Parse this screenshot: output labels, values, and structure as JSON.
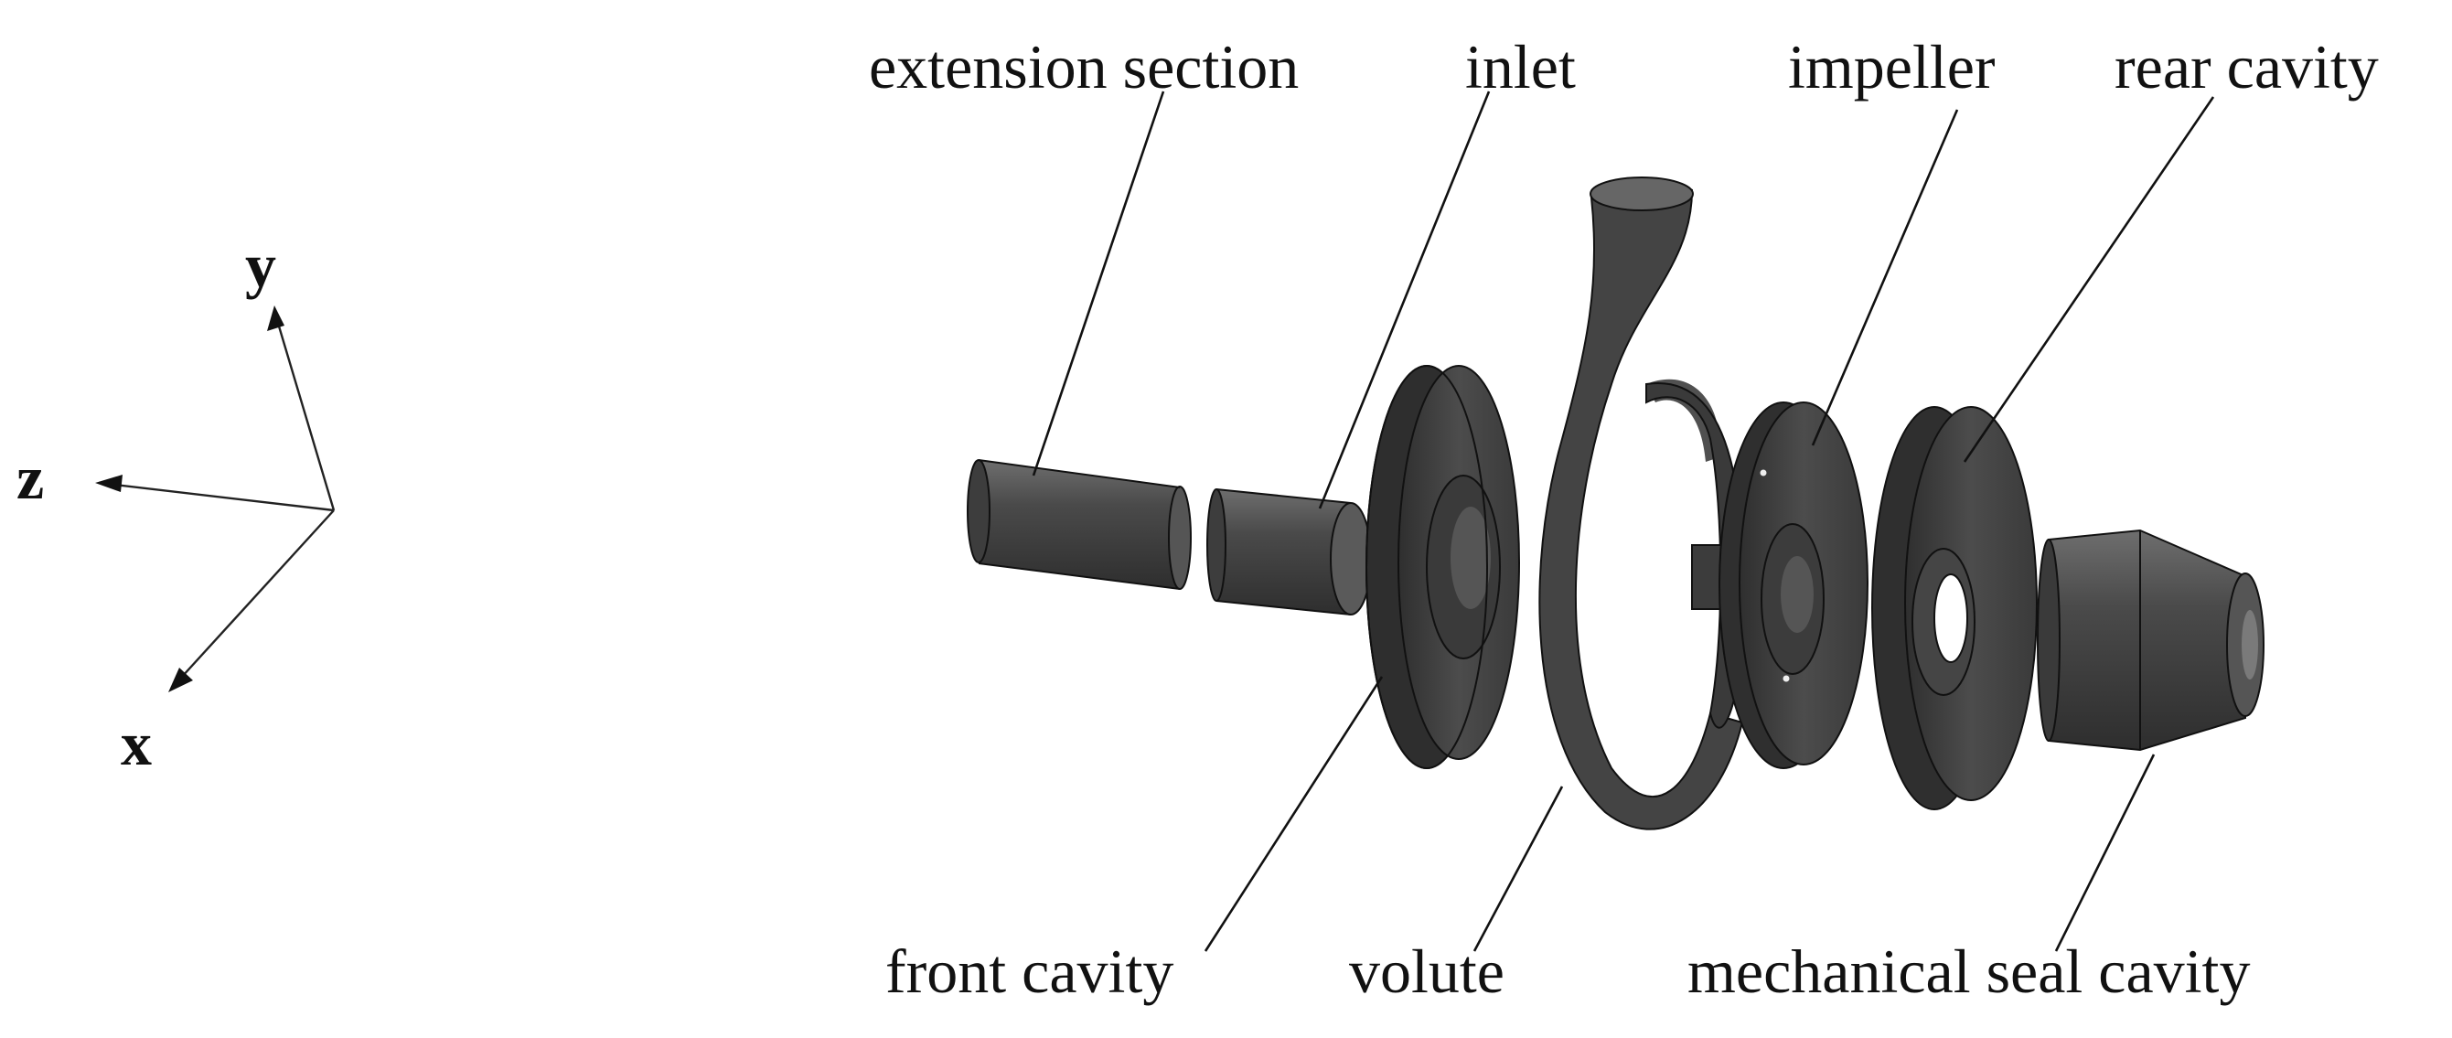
{
  "axes": {
    "x": "x",
    "y": "y",
    "z": "z"
  },
  "labels": {
    "extension_section": "extension section",
    "inlet": "inlet",
    "impeller": "impeller",
    "rear_cavity": "rear cavity",
    "front_cavity": "front cavity",
    "volute": "volute",
    "mechanical_seal_cavity": "mechanical seal cavity"
  },
  "colors": {
    "part_dark": "#3a3a3a",
    "part_mid": "#555555",
    "part_light": "#7a7a7a",
    "part_face": "#666666",
    "line": "#111111",
    "background": "#ffffff"
  }
}
